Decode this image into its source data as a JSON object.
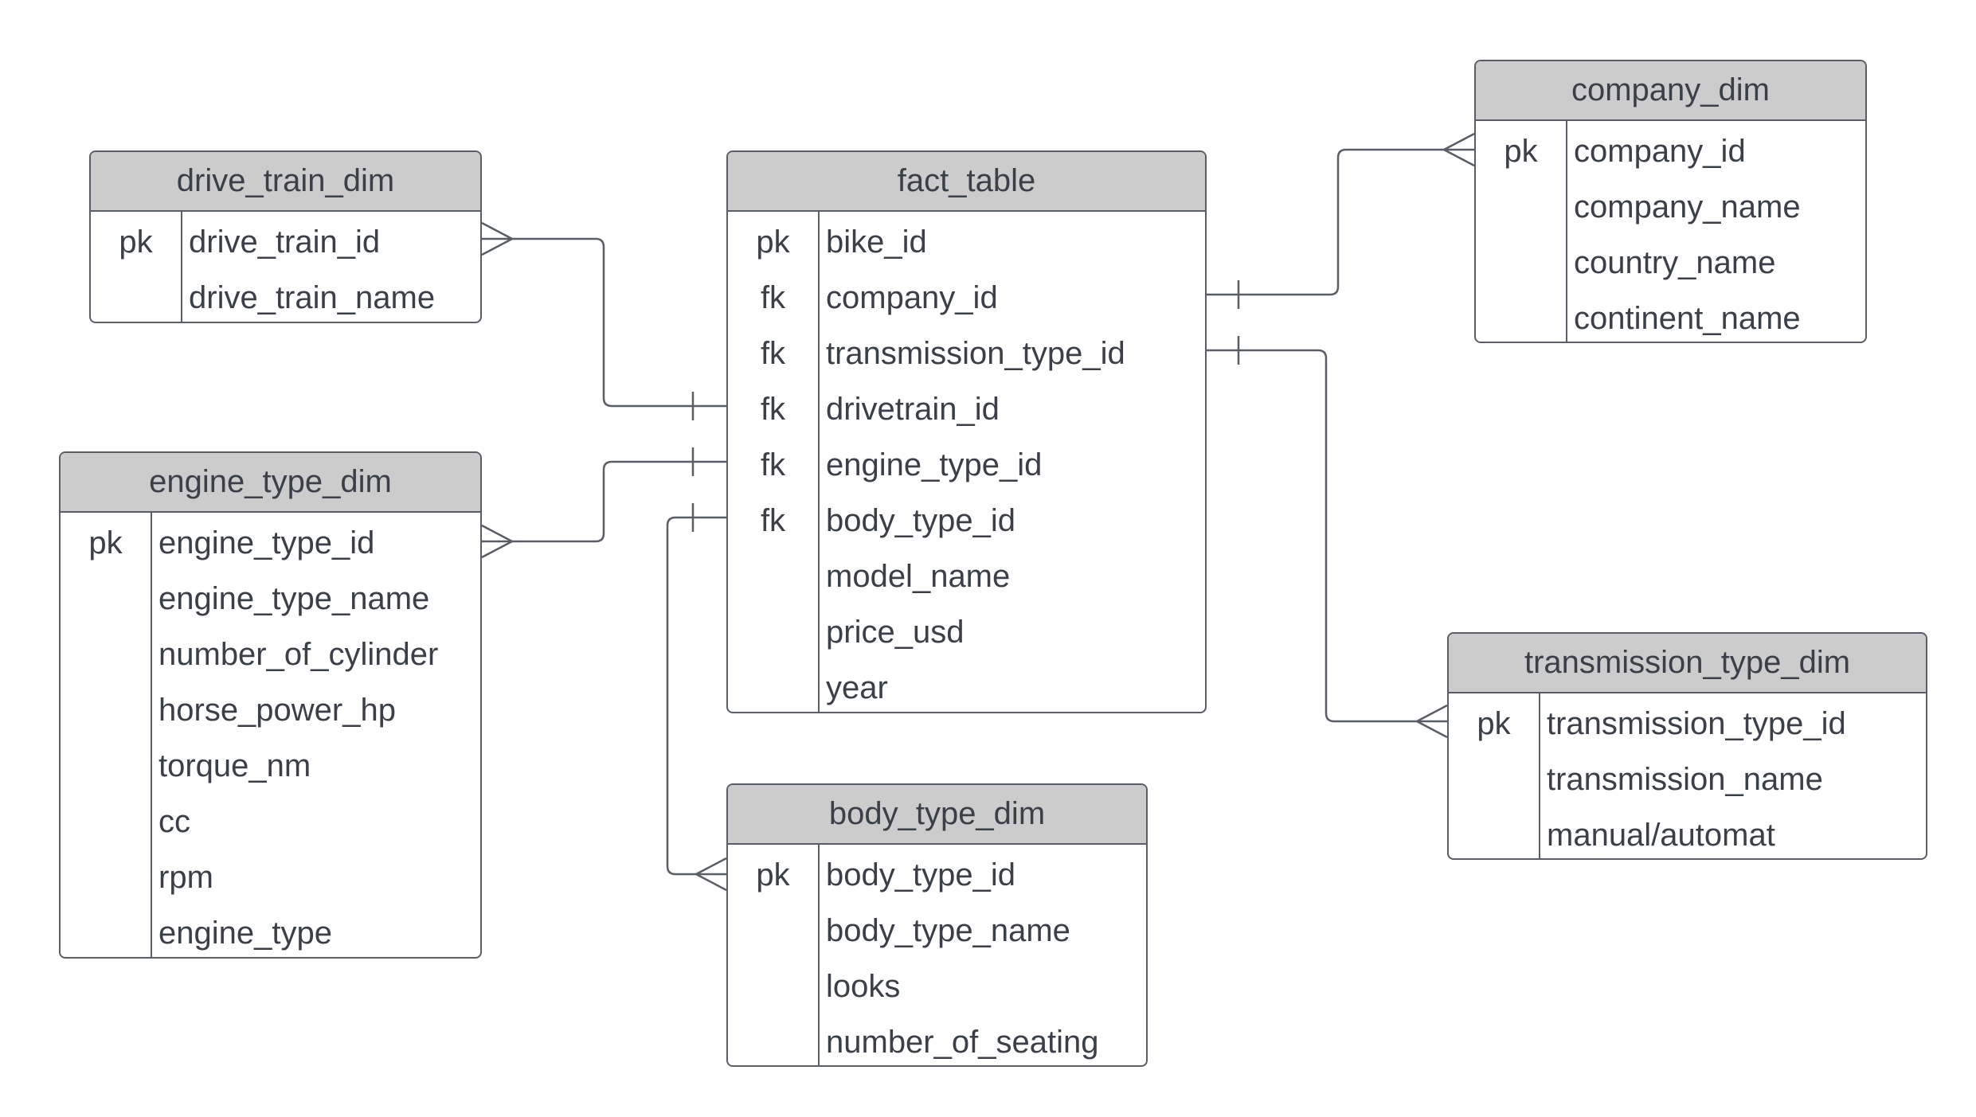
{
  "entities": {
    "drive_train_dim": {
      "title": "drive_train_dim",
      "rows": [
        {
          "key": "pk",
          "field": "drive_train_id"
        },
        {
          "key": "",
          "field": "drive_train_name"
        }
      ]
    },
    "engine_type_dim": {
      "title": "engine_type_dim",
      "rows": [
        {
          "key": "pk",
          "field": "engine_type_id"
        },
        {
          "key": "",
          "field": "engine_type_name"
        },
        {
          "key": "",
          "field": "number_of_cylinder"
        },
        {
          "key": "",
          "field": "horse_power_hp"
        },
        {
          "key": "",
          "field": "torque_nm"
        },
        {
          "key": "",
          "field": "cc"
        },
        {
          "key": "",
          "field": "rpm"
        },
        {
          "key": "",
          "field": "engine_type"
        }
      ]
    },
    "fact_table": {
      "title": "fact_table",
      "rows": [
        {
          "key": "pk",
          "field": "bike_id"
        },
        {
          "key": "fk",
          "field": "company_id"
        },
        {
          "key": "fk",
          "field": "transmission_type_id"
        },
        {
          "key": "fk",
          "field": "drivetrain_id"
        },
        {
          "key": "fk",
          "field": "engine_type_id"
        },
        {
          "key": "fk",
          "field": "body_type_id"
        },
        {
          "key": "",
          "field": "model_name"
        },
        {
          "key": "",
          "field": "price_usd"
        },
        {
          "key": "",
          "field": "year"
        }
      ]
    },
    "body_type_dim": {
      "title": "body_type_dim",
      "rows": [
        {
          "key": "pk",
          "field": "body_type_id"
        },
        {
          "key": "",
          "field": "body_type_name"
        },
        {
          "key": "",
          "field": "looks"
        },
        {
          "key": "",
          "field": "number_of_seating"
        }
      ]
    },
    "company_dim": {
      "title": "company_dim",
      "rows": [
        {
          "key": "pk",
          "field": "company_id"
        },
        {
          "key": "",
          "field": "company_name"
        },
        {
          "key": "",
          "field": "country_name"
        },
        {
          "key": "",
          "field": "continent_name"
        }
      ]
    },
    "transmission_type_dim": {
      "title": "transmission_type_dim",
      "rows": [
        {
          "key": "pk",
          "field": "transmission_type_id"
        },
        {
          "key": "",
          "field": "transmission_name"
        },
        {
          "key": "",
          "field": "manual/automat"
        }
      ]
    }
  },
  "relationships": [
    {
      "from": "fact_table.drivetrain_id",
      "to": "drive_train_dim.drive_train_id",
      "from_cardinality": "one",
      "to_cardinality": "many"
    },
    {
      "from": "fact_table.engine_type_id",
      "to": "engine_type_dim.engine_type_id",
      "from_cardinality": "one",
      "to_cardinality": "many"
    },
    {
      "from": "fact_table.body_type_id",
      "to": "body_type_dim.body_type_id",
      "from_cardinality": "one",
      "to_cardinality": "many"
    },
    {
      "from": "fact_table.company_id",
      "to": "company_dim.company_id",
      "from_cardinality": "one",
      "to_cardinality": "many"
    },
    {
      "from": "fact_table.transmission_type_id",
      "to": "transmission_type_dim.transmission_type_id",
      "from_cardinality": "one",
      "to_cardinality": "many"
    }
  ],
  "colors": {
    "header_fill": "#cccccc",
    "border": "#595e66",
    "text": "#3a3f48",
    "background": "#ffffff"
  }
}
